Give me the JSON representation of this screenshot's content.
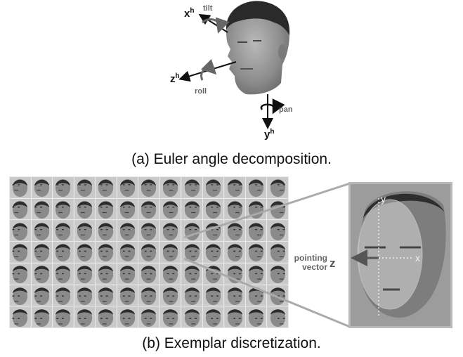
{
  "figure_a": {
    "axes": {
      "x": {
        "base": "x",
        "sup": "h"
      },
      "z": {
        "base": "z",
        "sup": "h"
      },
      "y": {
        "base": "y",
        "sup": "h"
      }
    },
    "rotations": {
      "tilt": "tilt",
      "roll": "roll",
      "pan": "pan"
    },
    "caption": "(a) Euler angle decomposition."
  },
  "figure_b": {
    "grid": {
      "rows": 7,
      "cols": 13
    },
    "zoom_labels": {
      "y_axis": "y",
      "x_axis": "x",
      "z_axis": "z",
      "pointing_line1": "pointing",
      "pointing_line2": "vector"
    },
    "caption": "(b) Exemplar discretization."
  }
}
